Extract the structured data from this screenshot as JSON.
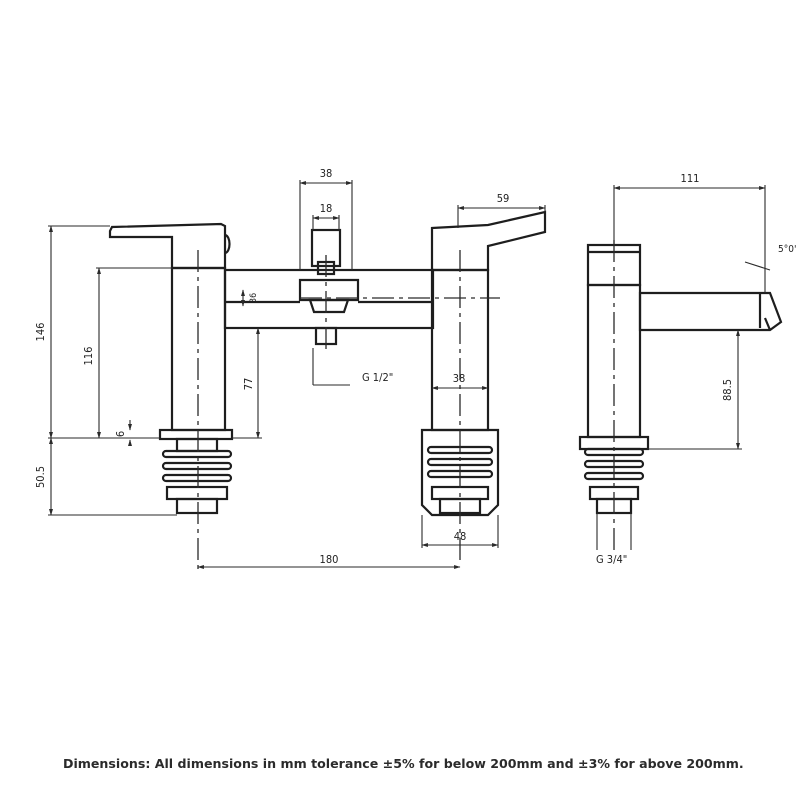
{
  "diagram": {
    "dimensions": {
      "top_width_38": "38",
      "top_width_18": "18",
      "spout_reach_59": "59",
      "height_146": "146",
      "height_116": "116",
      "height_77": "77",
      "center_36": "36",
      "deck_6": "6",
      "leg_50_5": "50.5",
      "inlet_thread": "G 1/2\"",
      "body_width_38": "38",
      "base_width_48": "48",
      "centres_180": "180",
      "side_depth_111": "111",
      "side_angle": "5°0'",
      "spout_height_88_5": "88.5",
      "outlet_thread": "G 3/4\""
    }
  },
  "footnote": "Dimensions: All dimensions in mm tolerance ±5% for below 200mm and ±3% for above 200mm."
}
